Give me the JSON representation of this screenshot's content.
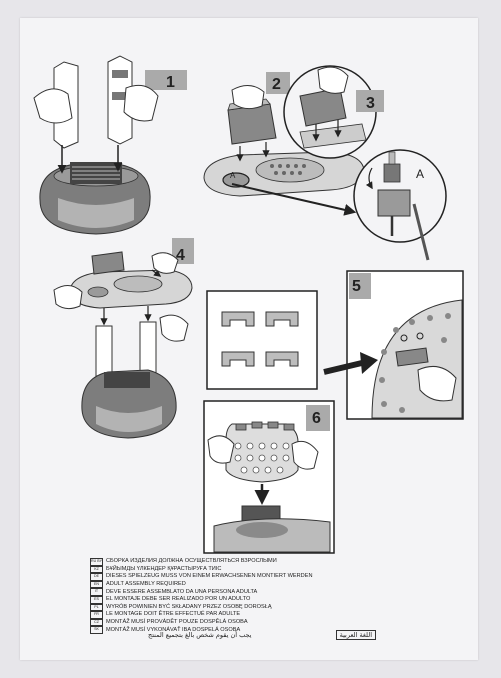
{
  "steps": [
    "1",
    "2",
    "3",
    "4",
    "5",
    "6"
  ],
  "callout_letter": "A",
  "languages": [
    {
      "code": "RU BY",
      "text": "СБОРКА ИЗДЕЛИЯ ДОЛЖНА ОСУЩЕСТВЛЯТЬСЯ ВЗРОСЛЫМИ"
    },
    {
      "code": "KZ",
      "text": "БҰЙЫМДЫ ҮЛКЕНДЕР ҚҰРАСТЫРУҒА ТИІС"
    },
    {
      "code": "DE",
      "text": "DIESES SPIELZEUG MUSS VON EINEM ERWACHSENEN MONTIERT WERDEN"
    },
    {
      "code": "EN",
      "text": "ADULT ASSEMBLY REQUIRED"
    },
    {
      "code": "IT",
      "text": "DEVE ESSERE ASSEMBLATO DA UNA PERSONA ADULTA"
    },
    {
      "code": "ES",
      "text": "EL MONTAJE DEBE SER REALIZADO POR UN ADULTO"
    },
    {
      "code": "PL",
      "text": "WYRÓB POWINIEN BYĆ SKŁADANY PRZEZ OSOBĘ DOROSŁĄ"
    },
    {
      "code": "FR",
      "text": "LE MONTAGE DOIT ÊTRE EFFECTUÉ PAR ADULTE"
    },
    {
      "code": "CZ",
      "text": "MONTÁŽ MUSÍ PROVÁDĚT POUZE DOSPĚLÁ OSOBA"
    },
    {
      "code": "SK",
      "text": "MONTÁŽ MUSÍ VYKONÁVAŤ IBA DOSPELÁ OSOBA"
    }
  ],
  "arabic": {
    "text": "يجب أن يقوم شخص بالغ بتجميع المنتج",
    "label": "اللغة العربية"
  }
}
